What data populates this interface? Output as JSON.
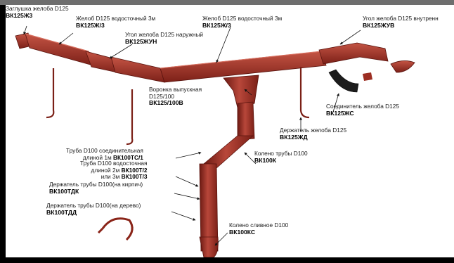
{
  "parts": [
    {
      "id": "zaglushka",
      "name": "Заглушка желоба D125",
      "code": "ВК125Ж3"
    },
    {
      "id": "zhelob_left",
      "name": "Желоб D125 водосточный 3м",
      "code": "ВК125Ж/3"
    },
    {
      "id": "zhelob_top",
      "name": "Желоб D125 водосточный 3м",
      "code": "ВК125Ж/3"
    },
    {
      "id": "ugol_vnutr",
      "name": "Угол желоба D125 внутренн",
      "code": "ВК125ЖУВ"
    },
    {
      "id": "ugol_nar",
      "name": "Угол желоба D125 наружный",
      "code": "ВК125ЖУН"
    },
    {
      "id": "voronka",
      "name_1": "Воронка выпускная",
      "name_2": "D125/100",
      "code": "ВК125/100В"
    },
    {
      "id": "soedinitel",
      "name": "Соединитель желоба D125",
      "code": "ВК125ЖС"
    },
    {
      "id": "derzh_zheloba",
      "name": "Держатель желоба D125",
      "code": "ВК125ЖД"
    },
    {
      "id": "truba_1m",
      "name_1": "Труба D100 соединительная",
      "name_2": "длиной 1м",
      "code": "ВК100ТС/1"
    },
    {
      "id": "koleno",
      "name": "Колено трубы D100",
      "code": "ВК100К"
    },
    {
      "id": "truba_2m3m",
      "name_1": "Труба D100 водосточная",
      "name_2": "длиной 2м",
      "code_1": "ВК100Т/2",
      "name_3": "или 3м",
      "code_2": "ВК100Т/3"
    },
    {
      "id": "derzh_kirpich",
      "name": "Держатель трубы D100(на кирпич)",
      "code": "ВК100ТДК"
    },
    {
      "id": "derzh_derevo",
      "name": "Держатель трубы D100(на дерево)",
      "code": "ВК100ТДД"
    },
    {
      "id": "koleno_slivnoe",
      "name": "Колено сливное D100",
      "code": "ВК100КС"
    }
  ],
  "colors": {
    "product": "#9c2e22",
    "product_dark": "#6b1912",
    "product_light": "#c8584a",
    "leader": "#111111",
    "connector": "#1c1c1c"
  }
}
